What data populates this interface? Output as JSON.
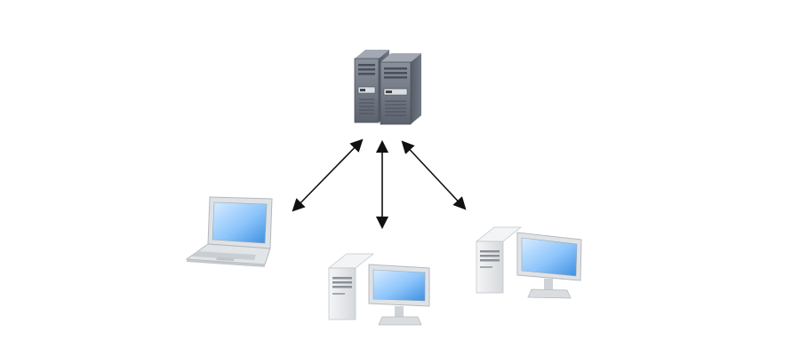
{
  "diagram": {
    "nodes": [
      {
        "id": "server",
        "icon": "server-rack-icon"
      },
      {
        "id": "laptop",
        "icon": "laptop-icon"
      },
      {
        "id": "desktop-center",
        "icon": "desktop-computer-icon"
      },
      {
        "id": "desktop-right",
        "icon": "desktop-computer-icon"
      }
    ],
    "edges": [
      {
        "from": "server",
        "to": "laptop",
        "direction": "both"
      },
      {
        "from": "server",
        "to": "desktop-center",
        "direction": "both"
      },
      {
        "from": "server",
        "to": "desktop-right",
        "direction": "both"
      }
    ],
    "colors": {
      "background": "#ffffff",
      "arrow": "#111111",
      "server_body": "#6f7683",
      "server_dark": "#4a505b",
      "server_light": "#9aa1ad",
      "device_body": "#e4e6e8",
      "device_edge": "#b9bdc2",
      "screen_light": "#bfe0ff",
      "screen_dark": "#3f8fe0"
    }
  }
}
